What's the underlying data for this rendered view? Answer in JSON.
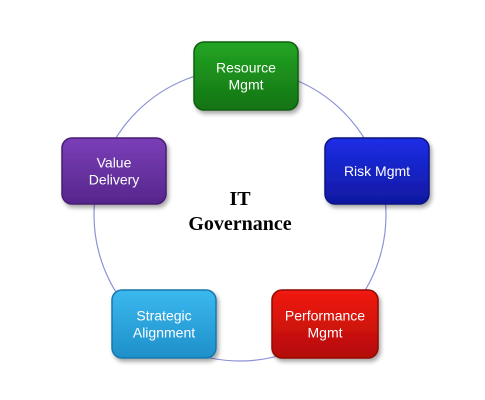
{
  "center": {
    "line1": "IT",
    "line2": "Governance"
  },
  "nodes": [
    {
      "id": "resource",
      "lines": [
        "Resource",
        "Mgmt"
      ],
      "color": "#23a523",
      "dark": "#137313",
      "stroke": "#0f5e0f"
    },
    {
      "id": "risk",
      "lines": [
        "Risk Mgmt"
      ],
      "color": "#1c2ee6",
      "dark": "#1018a0",
      "stroke": "#0d137f"
    },
    {
      "id": "performance",
      "lines": [
        "Performance",
        "Mgmt"
      ],
      "color": "#f21a12",
      "dark": "#b30c06",
      "stroke": "#8f0a05"
    },
    {
      "id": "strategic",
      "lines": [
        "Strategic",
        "Alignment"
      ],
      "color": "#3bb8ef",
      "dark": "#1e8fc9",
      "stroke": "#1879ab"
    },
    {
      "id": "value",
      "lines": [
        "Value",
        "Delivery"
      ],
      "color": "#7a3fb8",
      "dark": "#56268b",
      "stroke": "#461e72"
    }
  ],
  "colors": {
    "ring": "#8d92d6",
    "background": "#ffffff"
  }
}
